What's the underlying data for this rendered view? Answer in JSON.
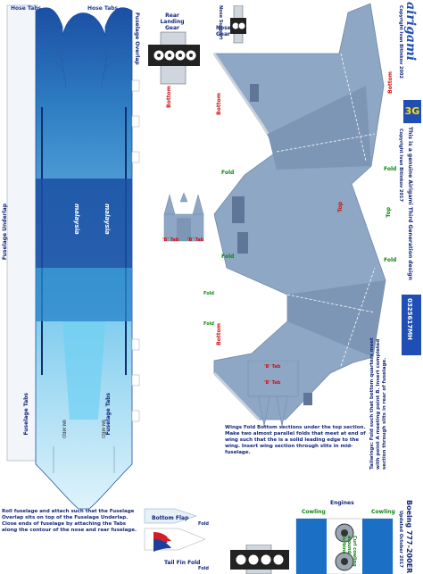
{
  "labels": {
    "hose_tabs_left": "Hose Tabs",
    "hose_tabs_right": "Hose Tabs",
    "fuselage_overlap": "Fuselage Overlap",
    "fuselage_underlap": "Fuselage Underlap",
    "fuselage_tabs_left": "Fuselage Tabs",
    "fuselage_tabs_right": "Fuselage Tabs",
    "rear_landing_gear": "Rear Landing Gear",
    "nose_support": "Nose Support",
    "nose_gear": "Nose Gear",
    "bottom_top_left": "Bottom",
    "bottom_top_right": "Bottom",
    "bottom_low_right": "Bottom",
    "top_left": "Top",
    "top_right": "Top",
    "b_tab_1": "'B' Tab",
    "b_tab_2": "'B' Tab",
    "b_tab_3": "'B' Tab",
    "b_tab_4": "'B' Tab",
    "fold_1": "Fold",
    "fold_2": "Fold",
    "fold_3": "Fold",
    "fold_4": "Fold",
    "fold_5": "Fold",
    "fold_6": "Fold",
    "fold_7": "Fold",
    "fold_8": "Fold",
    "bottom_flap": "Bottom Flap",
    "tail_fin_fold": "Tail Fin Fold",
    "engines": "Engines",
    "cowling_left": "Cowling",
    "cowling_right": "Cowling",
    "curl_cowling": "Curl cowling around turbine",
    "registration_1": "9M-MRD",
    "registration_2": "9M-MRD"
  },
  "livery": {
    "name_1": "malaysia",
    "name_2": "malaysia"
  },
  "brand": {
    "title": "airigami",
    "badge": "3G",
    "copyright_1": "Copyright Ivan Bitinkov 2002",
    "tagline": "This is a genuine Airigami Third Generation design",
    "copyright_2": "Copyright Ivan Bitinkov 2017",
    "code": "0325617MH",
    "model": "Boeing 777-200ER",
    "updated": "Updated October 2017"
  },
  "instructions": {
    "wings": "Wings Fold Bottom sections under the top section. Make two almost parallel folds that meet at end of wing such that the is a solid leading edge to the wing. Insert wing section through slits in mid-fuselage.",
    "tailwings": "Tailwings: Fold such that bottom quarters meet with point A meeting point B. Insert completed section through slits in rear of fuselage.",
    "fuselage": "Roll fuselage and attach such that the Fuselage Overlap sits on top of the Fuselage Underlap. Close ends of fuselage by attaching the Tabs along the contour of the nose and rear fuselage."
  },
  "colors": {
    "wing_blue": "#8ea7c4",
    "dark_blue": "#1a3a9a",
    "sky": "#38a0d6",
    "label_red": "#cc1111",
    "label_green": "#118811",
    "badge_bg": "#1f4fb5",
    "badge_fg": "#ffe000"
  }
}
